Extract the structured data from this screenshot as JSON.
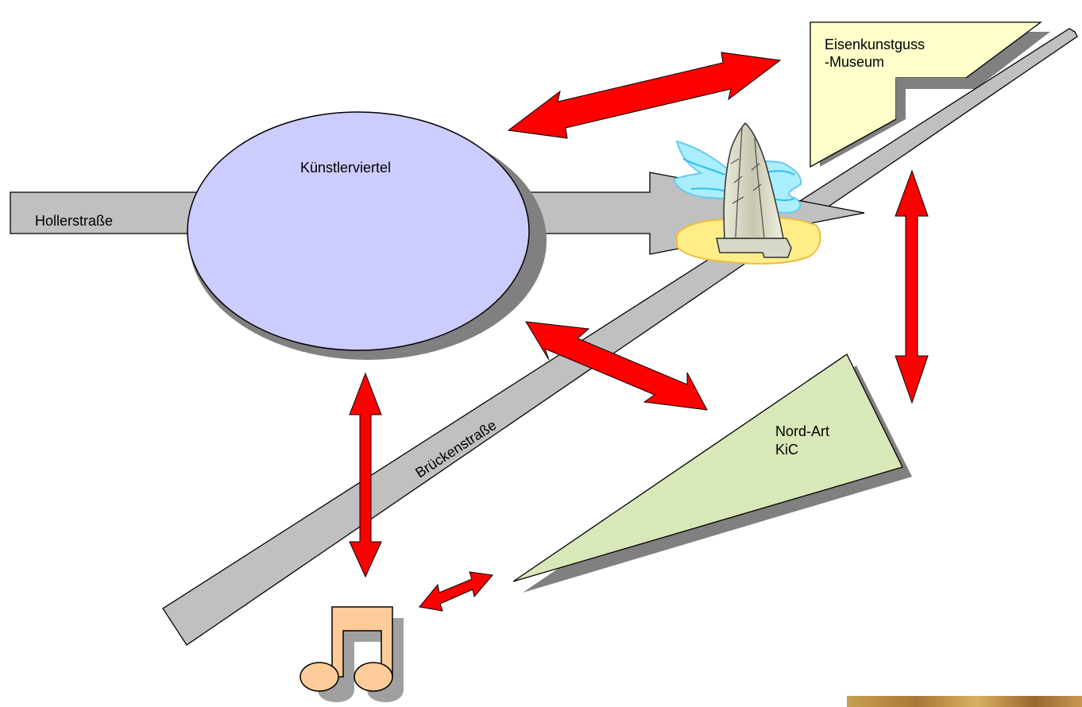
{
  "labels": {
    "hollerstrasse": "Hollerstraße",
    "kuenstlerviertel": "Künstlerviertel",
    "brueckenstrasse": "Brückenstraße",
    "museum_line1": "Eisenkunstguss",
    "museum_line2": "-Museum",
    "nordart_line1": "Nord-Art",
    "nordart_line2": "KiC"
  },
  "colors": {
    "road": "#c0c0c0",
    "road_outline": "#000000",
    "shadow": "#808080",
    "ellipse": "#ccccff",
    "museum": "#ffffcc",
    "nordart": "#d8e8b8",
    "arrow": "#ff0000",
    "note": "#ffcc99"
  },
  "icons": [
    "fountain-icon",
    "music-note-icon"
  ]
}
